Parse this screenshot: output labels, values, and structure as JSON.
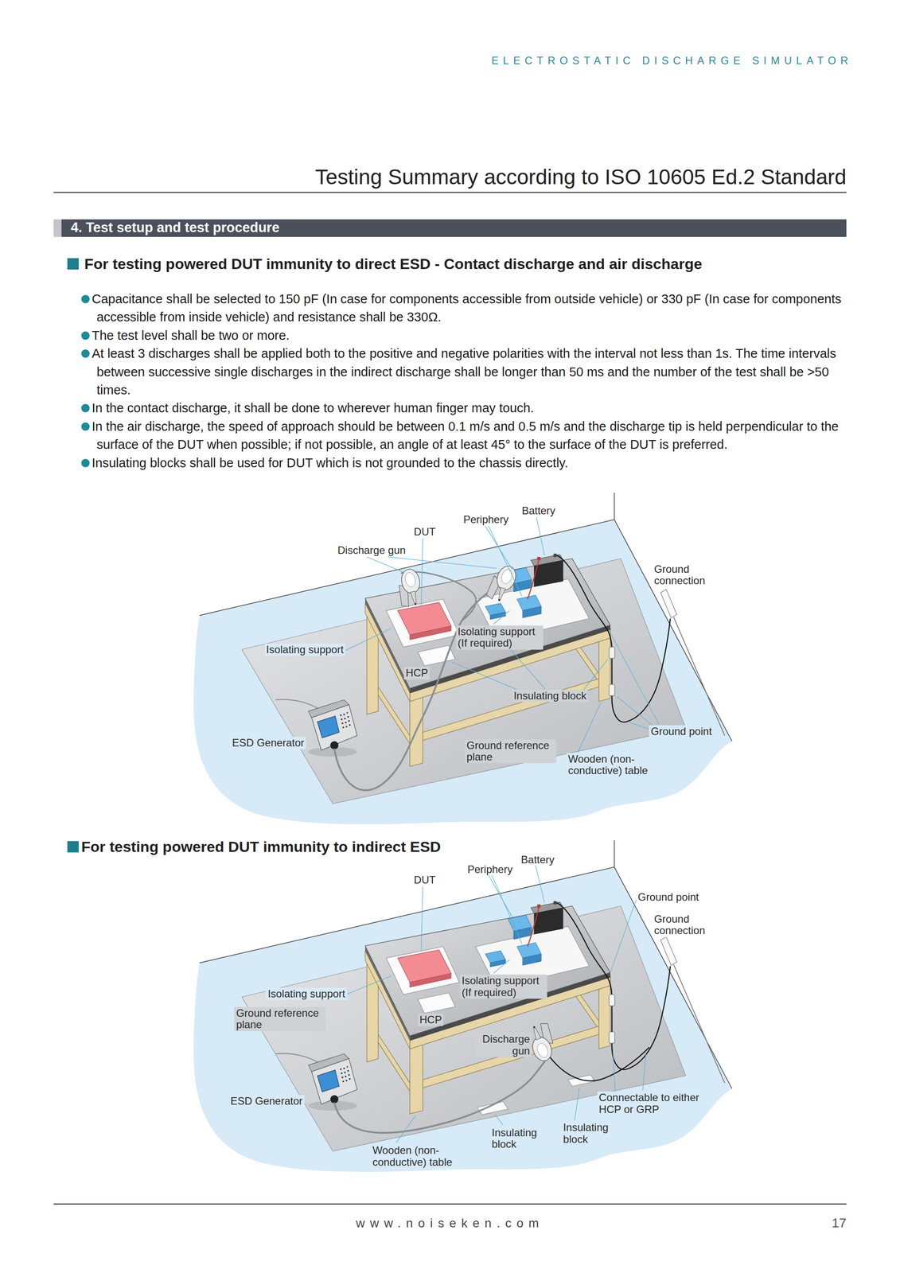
{
  "diagram": {
    "title": "Testing Summary according to ISO 10605 Ed.2 Standard",
    "nodes": [
      {
        "text": [
          "4. Test setup and test procedure"
        ]
      }
    ],
    "labels": [
      "ELECTROSTATIC DISCHARGE SIMULATOR",
      "For testing powered DUT immunity to direct ESD - Contact discharge and air discharge",
      "Capacitance shall be selected to 150 pF (In case for components accessible from outside vehicle) or 330 pF (In case for components accessible from inside vehicle) and resistance shall be 330Ω.",
      "The test level shall be two or more.",
      "At least 3 discharges shall be applied both to the positive and negative polarities with the interval not less than 1s. The time intervals between successive single discharges in the indirect discharge shall be longer than 50 ms and the number of the test shall be >50 times.",
      "In the contact discharge, it shall be done to wherever human finger may touch.",
      "In the air discharge, the speed of approach should be between 0.1 m/s and 0.5 m/s and the discharge tip is held perpendicular to the surface of the DUT when possible; if not possible, an angle of at least 45° to the surface of the DUT is preferred.",
      "Insulating blocks shall be used for DUT which is not grounded to the chassis directly.",
      "Battery",
      "Periphery",
      "DUT",
      "Discharge gun",
      "Ground connection",
      "Isolating support (If required)",
      "Isolating support",
      "HCP",
      "Insulating block",
      "Ground point",
      "ESD Generator",
      "Ground reference plane",
      "Wooden (non-conductive) table",
      "For testing powered DUT immunity to indirect ESD",
      "Battery",
      "Periphery",
      "DUT",
      "Ground point",
      "Ground connection",
      "Isolating support (If required)",
      "Isolating support",
      "Ground reference plane",
      "HCP",
      "Discharge gun",
      "ESD Generator",
      "Connectable to either HCP or GRP",
      "Insulating block",
      "Insulating block",
      "Wooden (non-conductive) table",
      "www.noiseken.com",
      "17"
    ]
  }
}
